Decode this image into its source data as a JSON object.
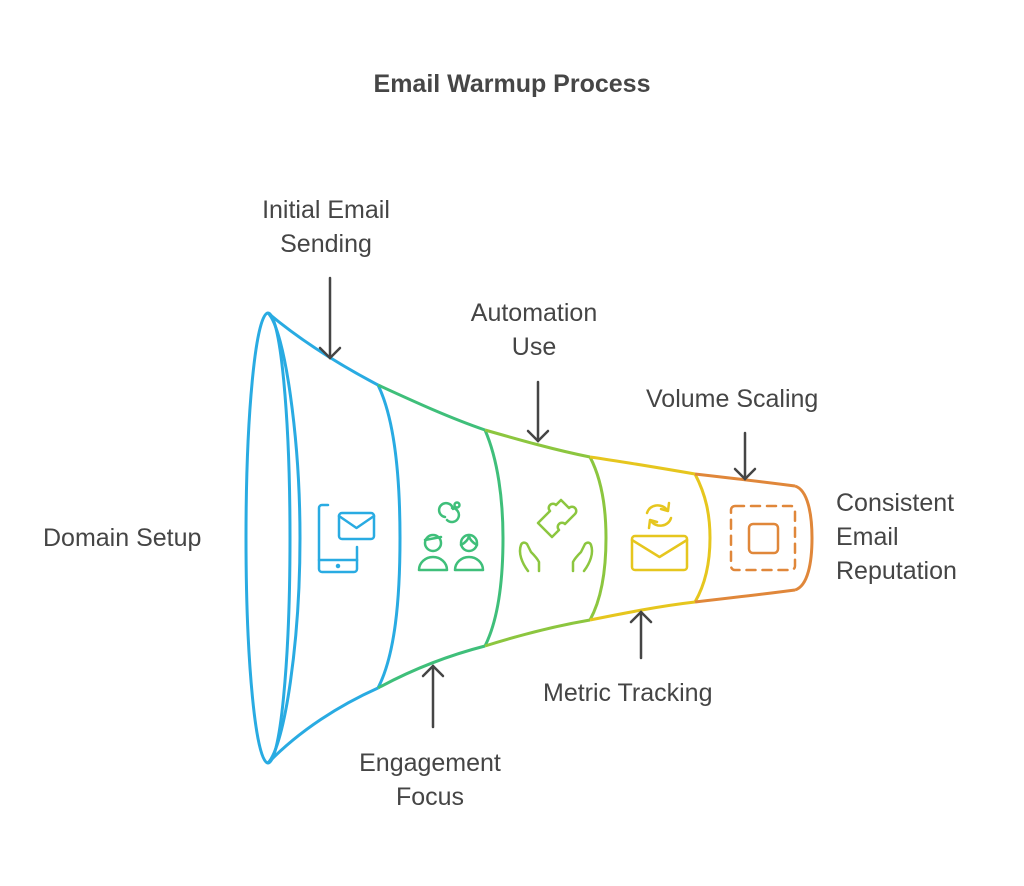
{
  "title": "Email Warmup Process",
  "stages": [
    {
      "name": "Domain Setup",
      "icon": "phone-mail-icon",
      "color": "#29ABE2"
    },
    {
      "name": "Engagement Focus",
      "icon": "people-link-icon",
      "color": "#3FBF7A"
    },
    {
      "name": "Automation Use",
      "icon": "hands-puzzle-icon",
      "color": "#8CC63F"
    },
    {
      "name": "Metric Tracking",
      "icon": "mail-refresh-icon",
      "color": "#E6C61E"
    },
    {
      "name": "Volume Scaling",
      "icon": "focus-square-icon",
      "color": "#E0873A"
    }
  ],
  "labels": {
    "domain_setup": "Domain Setup",
    "initial_email_line1": "Initial Email",
    "initial_email_line2": "Sending",
    "engagement_line1": "Engagement",
    "engagement_line2": "Focus",
    "automation_line1": "Automation",
    "automation_line2": "Use",
    "metric_tracking": "Metric Tracking",
    "volume_scaling": "Volume Scaling",
    "outcome_line1": "Consistent",
    "outcome_line2": "Email",
    "outcome_line3": "Reputation"
  }
}
